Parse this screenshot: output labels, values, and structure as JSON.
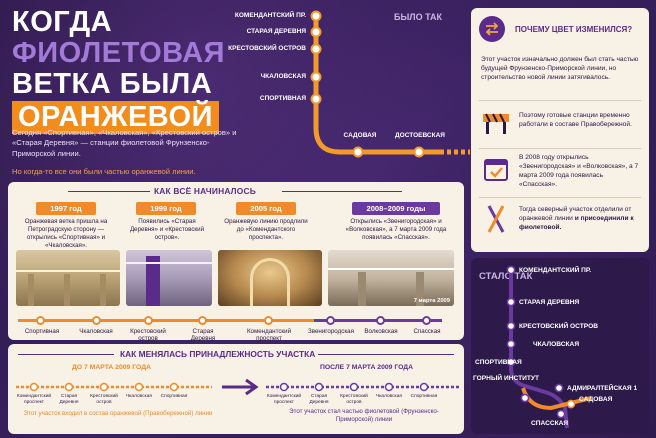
{
  "title": {
    "line1": "КОГДА",
    "line2": "ФИОЛЕТОВАЯ",
    "line3": "ВЕТКА БЫЛА",
    "line4": "ОРАНЖЕВОЙ"
  },
  "intro": {
    "text": "Сегодня «Спортивная», «Чкаловская», «Крестовский остров» и «Старая Деревня» — станции фиолетовой Фрунзенско-Приморской линии.",
    "note": "Но когда-то все они были частью оранжевой линии."
  },
  "old_map": {
    "heading": "БЫЛО ТАК",
    "stations": [
      "КОМЕНДАНТСКИЙ ПР.",
      "СТАРАЯ ДЕРЕВНЯ",
      "КРЕСТОВСКИЙ ОСТРОВ",
      "ЧКАЛОВСКАЯ",
      "СПОРТИВНАЯ",
      "САДОВАЯ",
      "ДОСТОЕВСКАЯ"
    ],
    "colors": {
      "orange": "#f39a2a",
      "purple": "#6b3aa0"
    }
  },
  "why": {
    "heading": "ПОЧЕМУ ЦВЕТ ИЗМЕНИЛСЯ?",
    "p1": "Этот участок изначально должен был стать частью будущей Фрунзенско-Приморской линии, но строительство новой линии затягивалось.",
    "p2": "Поэтому готовые станции временно работали в составе Правобережной.",
    "p3": "В 2008 году открылись «Звенигородская» и «Волковская», а 7 марта 2009 года появилась «Спасская».",
    "p4a": "Тогда северный участок отделили от оранжевой линии",
    "p4b": "и присоединили к фиолетовой.",
    "icons": [
      "swap-arrows-icon",
      "barrier-icon",
      "calendar-check-icon",
      "split-arrows-icon"
    ]
  },
  "timeline": {
    "heading": "КАК ВСЁ НАЧИНАЛОСЬ",
    "eras": [
      {
        "year": "1997 год",
        "text": "Оранжевая ветка пришла на Петроградскую сторону — открылись «Спортивная» и «Чкаловская»."
      },
      {
        "year": "1999 год",
        "text": "Появились «Старая Деревня» и «Крестовский остров»."
      },
      {
        "year": "2005 год",
        "text": "Оранжевую линию продлили до «Комендантского проспекта»."
      },
      {
        "year": "2008–2009 годы",
        "text": "Открылись «Звенигородская» и «Волковская», а 7 марта 2009 года появилась «Спасская»."
      }
    ],
    "photo_date": "7 марта 2009",
    "stations": [
      "Спортивная",
      "Чкаловская",
      "Крестовский остров",
      "Старая Деревня",
      "Комендантский проспект",
      "Звенигородская",
      "Волковская",
      "Спасская"
    ]
  },
  "ownership": {
    "heading": "КАК МЕНЯЛАСЬ ПРИНАДЛЕЖНОСТЬ УЧАСТКА",
    "before_label": "ДО 7 МАРТА 2009 ГОДА",
    "after_label": "ПОСЛЕ 7 МАРТА 2009 ГОДА",
    "stations": [
      "Комендантский проспект",
      "Старая Деревня",
      "Крестовский остров",
      "Чкаловская",
      "Спортивная"
    ],
    "before_note": "Этот участок входил в состав оранжевой (Правобережной) линии",
    "after_note": "Этот участок стал частью фиолетовой (Фрунзенско-Приморской) линии"
  },
  "new_map": {
    "heading": "СТАЛО ТАК",
    "stations": [
      "КОМЕНДАНТСКИЙ ПР.",
      "СТАРАЯ ДЕРЕВНЯ",
      "КРЕСТОВСКИЙ ОСТРОВ",
      "ЧКАЛОВСКАЯ",
      "СПОРТИВНАЯ",
      "АДМИРАЛТЕЙСКАЯ 1",
      "ГОРНЫЙ ИНСТИТУТ",
      "САДОВАЯ",
      "СПАССКАЯ"
    ]
  }
}
